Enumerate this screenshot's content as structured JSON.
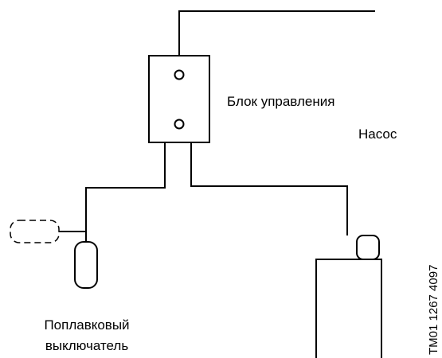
{
  "labels": {
    "control_unit": "Блок управления",
    "pump": "Насос",
    "float_switch_line1": "Поплавковый",
    "float_switch_line2": "выключатель",
    "figure_code": "TM01 1267 4097"
  }
}
